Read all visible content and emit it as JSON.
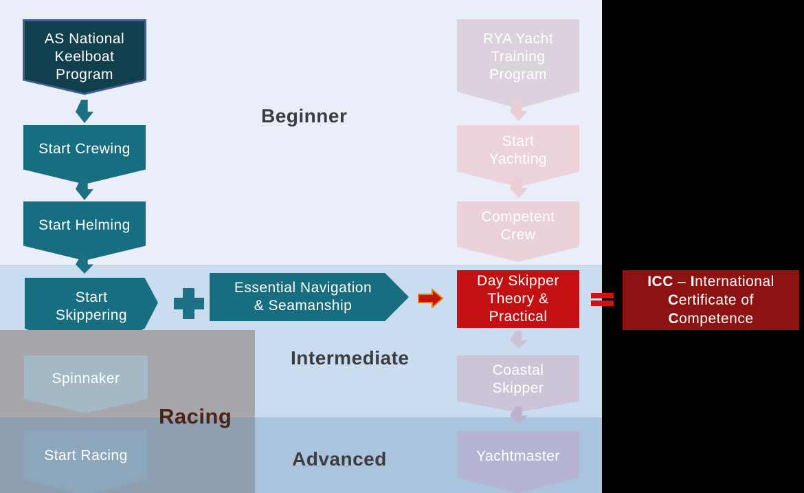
{
  "levels": {
    "beginner": "Beginner",
    "intermediate": "Intermediate",
    "advanced": "Advanced",
    "racing": "Racing"
  },
  "left_flow": {
    "program": "AS National\nKeelboat\nProgram",
    "start_crewing": "Start Crewing",
    "start_helming": "Start Helming",
    "start_skippering": "Start\nSkippering",
    "spinnaker": "Spinnaker",
    "start_racing": "Start Racing"
  },
  "middle": {
    "essential_nav": "Essential Navigation\n& Seamanship"
  },
  "right_flow": {
    "program": "RYA Yacht\nTraining\nProgram",
    "start_yachting": "Start\nYachting",
    "competent_crew": "Competent\nCrew",
    "day_skipper": "Day Skipper\nTheory &\nPractical",
    "coastal_skipper": "Coastal\nSkipper",
    "yachtmaster": "Yachtmaster"
  },
  "icc": {
    "part1": "ICC",
    "part2": " – ",
    "part3": "I",
    "part4": "nternational\n",
    "part5": "C",
    "part6": "ertificate of\n",
    "part7": "C",
    "part8": "ompetence"
  },
  "colors": {
    "slide_bg": "#e9eef8",
    "band_intermediate": "#c9dcf0",
    "band_advanced": "#abc4de",
    "teal": "#176e80",
    "dark_teal": "#123f4e",
    "dark_teal_border": "#3d5e92",
    "red": "#c31113",
    "dark_red": "#8d1313",
    "equals_red": "#d11212",
    "orange_arrow_border": "#d4881c",
    "faded_pink": "#ecd3d9",
    "gray_overlay": "#a7a7ab",
    "racing_text": "#4b2413",
    "level_text": "#3d3d3f"
  }
}
